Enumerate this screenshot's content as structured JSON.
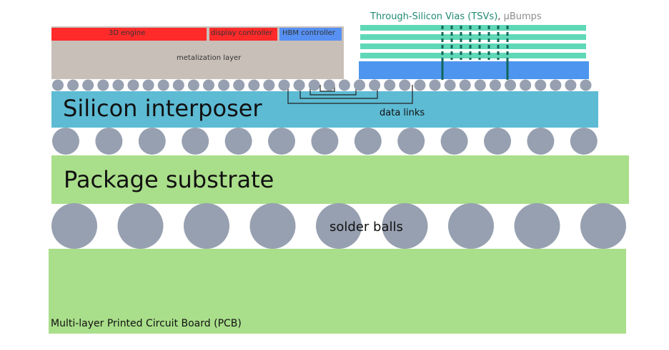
{
  "labels": {
    "engine_3d": "3D engine",
    "display_controller": "display controller",
    "hbm_controller": "HBM controller",
    "metalization": "metalization layer",
    "tsv_title": "Through-Silicon Vias (TSVs)",
    "tsv_sep": ",",
    "ubumps": "µBumps",
    "interposer": "Silicon interposer",
    "data_links": "data links",
    "substrate": "Package substrate",
    "solder_balls": "solder balls",
    "pcb": "Multi-layer Printed Circuit Board (PCB)"
  },
  "colors": {
    "pcb_green": "#a9de8a",
    "interposer_blue": "#5dbbd4",
    "die_gray": "#c9bfb9",
    "engine_red": "#ff2a2a",
    "hbm_blue": "#5690f2",
    "logic_die_blue": "#4d95ee",
    "memory_layer": "#5fd8b7",
    "tsv_dark": "#11665a",
    "bump_gray": "#97a0b0",
    "title_teal": "#1f8a73",
    "ubump_text": "#8d8d8d"
  }
}
